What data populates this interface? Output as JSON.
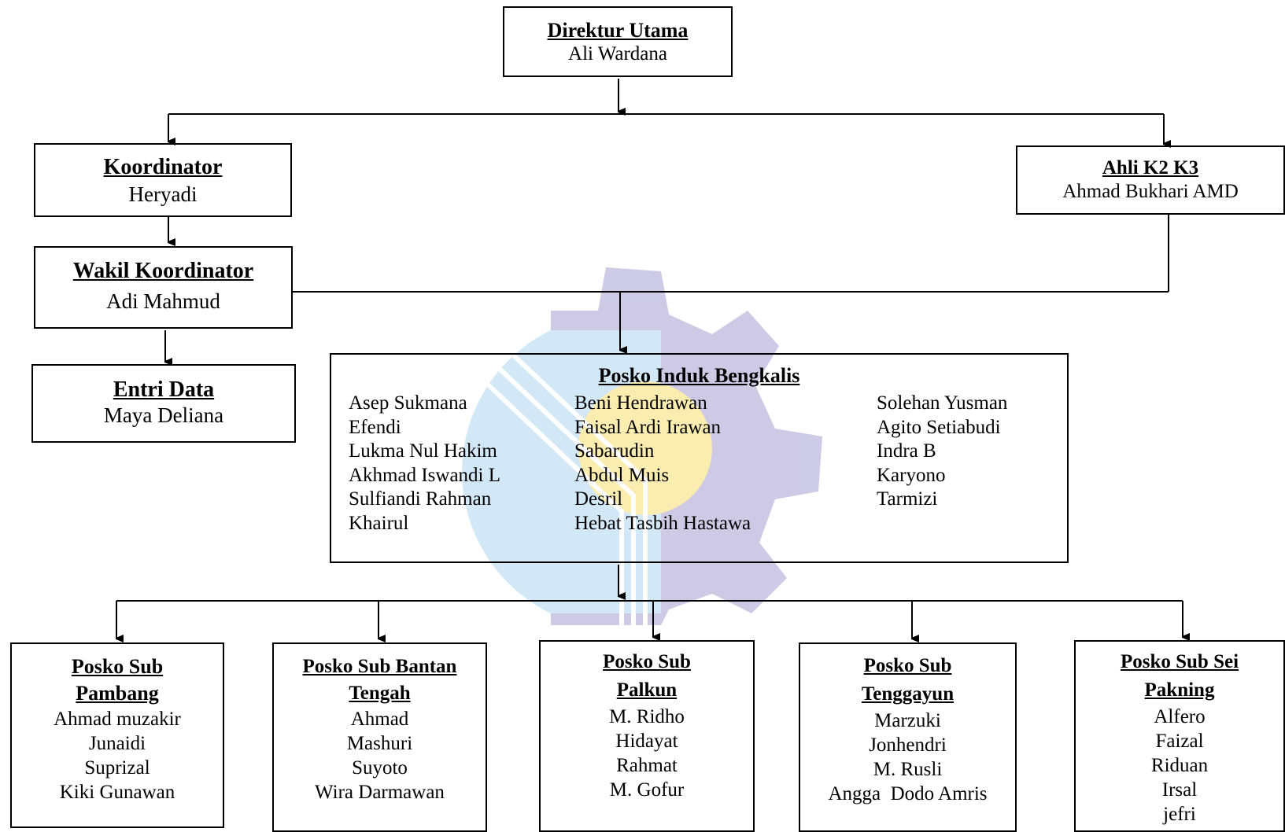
{
  "direktur": {
    "title": "Direktur Utama",
    "name": "Ali Wardana"
  },
  "koordinator": {
    "title": "Koordinator",
    "name": "Heryadi"
  },
  "ahli": {
    "title": "Ahli K2 K3",
    "name": "Ahmad Bukhari AMD"
  },
  "wakil": {
    "title": "Wakil Koordinator",
    "name": "Adi Mahmud"
  },
  "entri": {
    "title": "Entri Data",
    "name": "Maya Deliana"
  },
  "posko_induk": {
    "title": "Posko Induk Bengkalis",
    "columns": [
      [
        "Asep Sukmana",
        "Efendi",
        "Lukma Nul Hakim",
        "Akhmad Iswandi L",
        "Sulfiandi Rahman",
        "Khairul"
      ],
      [
        "Beni Hendrawan",
        "Faisal Ardi Irawan",
        "Sabarudin",
        "Abdul Muis",
        "Desril",
        "Hebat Tasbih Hastawa"
      ],
      [
        "Solehan Yusman",
        "Agito Setiabudi",
        "Indra B",
        "Karyono",
        "Tarmizi"
      ]
    ]
  },
  "sub_poskos": [
    {
      "title_lines": [
        "Posko Sub",
        "Pambang"
      ],
      "members": [
        "Ahmad muzakir",
        "Junaidi",
        "Suprizal",
        "Kiki Gunawan"
      ]
    },
    {
      "title_lines": [
        "Posko Sub Bantan",
        "Tengah"
      ],
      "members": [
        "Ahmad",
        "Mashuri",
        "Suyoto",
        "Wira Darmawan"
      ]
    },
    {
      "title_lines": [
        "Posko Sub",
        "Palkun"
      ],
      "members": [
        "M. Ridho",
        "Hidayat",
        "Rahmat",
        "M. Gofur"
      ]
    },
    {
      "title_lines": [
        "Posko Sub",
        "Tenggayun"
      ],
      "members": [
        "Marzuki",
        "Jonhendri",
        "M. Rusli",
        "Angga  Dodo Amris"
      ]
    },
    {
      "title_lines": [
        "Posko Sub Sei",
        "Pakning"
      ],
      "members": [
        "Alfero",
        "Faizal",
        "Riduan",
        "Irsal",
        "jefri"
      ]
    }
  ],
  "colors": {
    "line": "#000000",
    "watermark_gear": "#c9c5e3",
    "watermark_blue": "#cfe6f7",
    "watermark_yellow": "#fbeaa8"
  },
  "icons": [
    "watermark-gear-logo"
  ]
}
